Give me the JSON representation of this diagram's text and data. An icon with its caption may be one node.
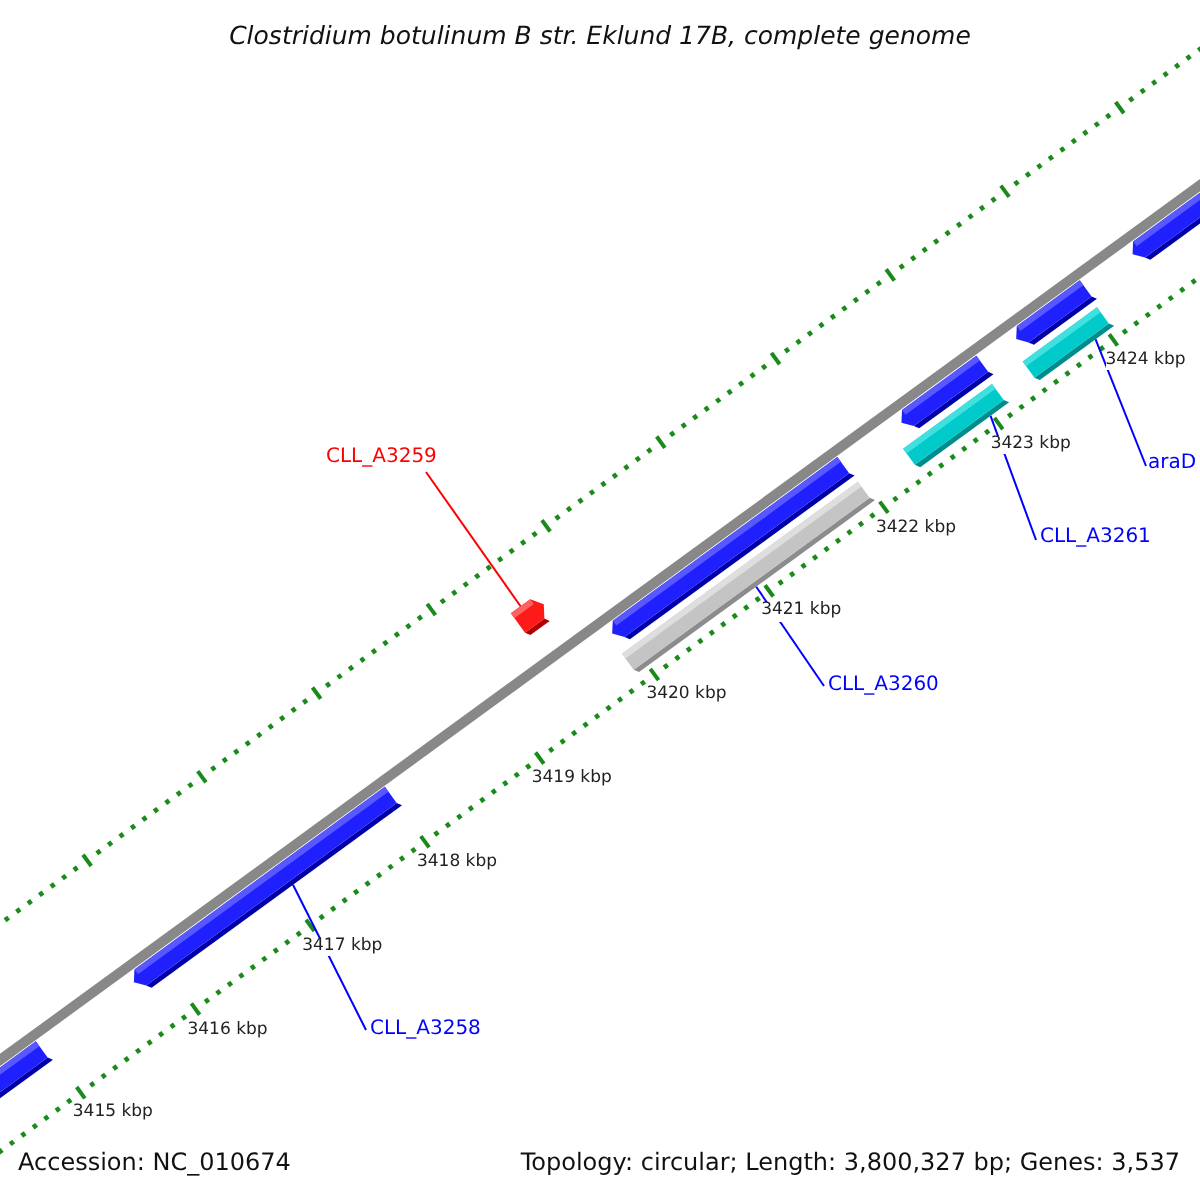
{
  "diagram": {
    "title": "Clostridium botulinum B str. Eklund 17B, complete genome",
    "nodes": [
      {
        "text": [
          "CLL_A3259"
        ]
      },
      {
        "text": [],
        "shape": "bar"
      },
      {
        "text": [
          "CLL_A3260"
        ]
      },
      {
        "text": [],
        "shape": "bar"
      },
      {
        "text": [
          "CLL_A3261"
        ]
      },
      {
        "text": [],
        "shape": "bar"
      },
      {
        "text": [
          "araD"
        ]
      },
      {
        "text": [],
        "shape": "bar"
      },
      {
        "text": [
          "CLL_A3258"
        ]
      },
      {
        "text": [],
        "shape": "bar"
      }
    ],
    "edges": [
      {
        "from": 0,
        "to": 1,
        "arrow": "none",
        "color": "#ff0000"
      },
      {
        "from": 2,
        "to": 3,
        "arrow": "none"
      },
      {
        "from": 4,
        "to": 5,
        "arrow": "none"
      },
      {
        "from": 6,
        "to": 7,
        "arrow": "none"
      },
      {
        "from": 8,
        "to": 9,
        "arrow": "none"
      }
    ],
    "labels": [
      "3424 kbp",
      "3423 kbp",
      "3422 kbp",
      "3421 kbp",
      "3420 kbp",
      "3419 kbp",
      "3418 kbp",
      "3417 kbp",
      "3416 kbp",
      "3415 kbp",
      "Accession: NC_010674",
      "Topology: circular; Length: 3,800,327 bp; Genes: 3,537"
    ]
  }
}
